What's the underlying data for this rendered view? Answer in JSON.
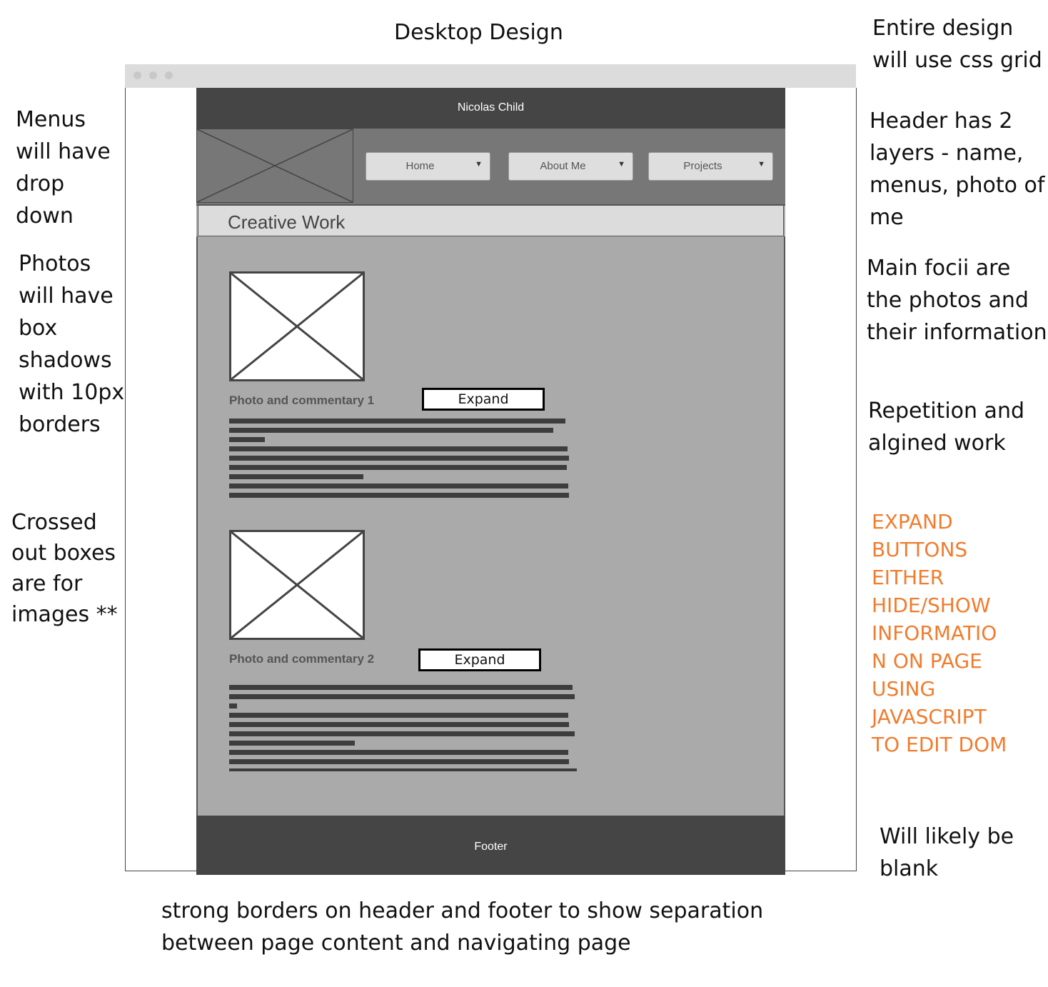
{
  "title": "Desktop Design",
  "annotations": {
    "left": [
      "Menus\nwill have\ndrop\ndown",
      "Photos\nwill have\nbox\nshadows\nwith 10px\nborders",
      "Crossed\nout boxes\nare for\nimages **"
    ],
    "right": [
      "Entire design\nwill use css grid",
      "Header has 2\nlayers - name,\nmenus, photo of\nme",
      "Main focii are\nthe photos and\ntheir information",
      "Repetition and\nalgined work",
      "EXPAND\nBUTTONS\nEITHER\nHIDE/SHOW\nINFORMATIO\nN ON PAGE\nUSING\nJAVASCRIPT\nTO EDIT DOM",
      "Will likely be\nblank"
    ],
    "bottom": "strong borders on header and footer to show separation\nbetween page content and navigating page"
  },
  "site": {
    "name": "Nicolas Child",
    "menus": [
      "Home",
      "About Me",
      "Projects"
    ],
    "section_title": "Creative Work",
    "items": [
      {
        "caption": "Photo and commentary 1",
        "button": "Expand"
      },
      {
        "caption": "Photo and commentary 2",
        "button": "Expand"
      }
    ],
    "footer": "Footer"
  },
  "colors": {
    "accent_note": "#f07c2e",
    "header": "#454545",
    "nav": "#777777",
    "content": "#aaaaaa"
  },
  "icons": {
    "menu_arrow": "caret-down-icon",
    "image_placeholder": "crossed-box-icon"
  }
}
